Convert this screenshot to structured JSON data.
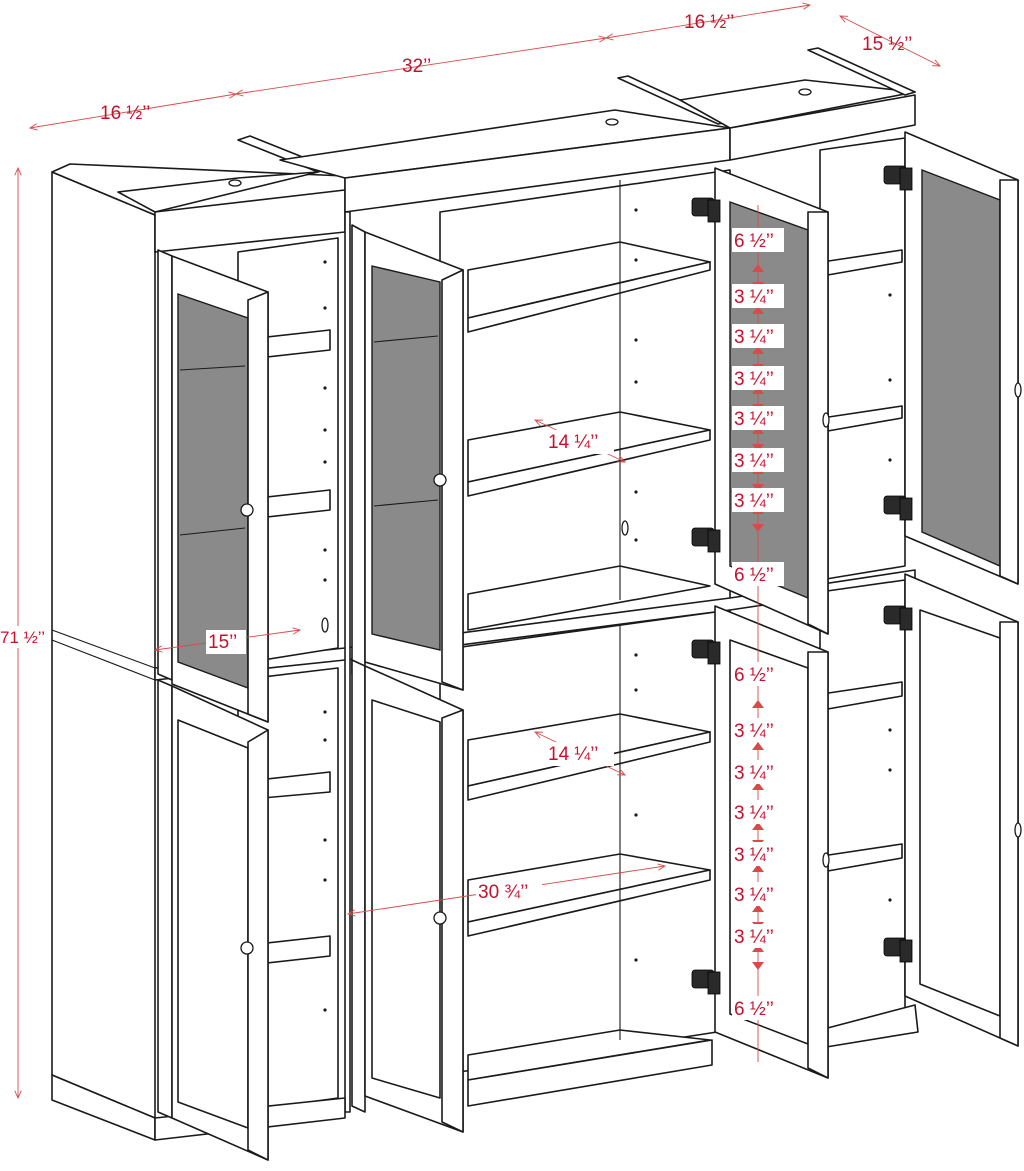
{
  "dimensions": {
    "left_width": "16 ½’’",
    "center_width": "32’’",
    "right_width": "16 ½’’",
    "depth": "15 ½’’",
    "height": "71 ½’’",
    "inner_depth": "15’’",
    "upper_shelf_depth": "14 ¼’’",
    "lower_shelf_depth": "14 ¼’’",
    "inner_width": "30 ¾’’"
  },
  "upper_spacing": [
    "6 ½’’",
    "3 ¼’’",
    "3 ¼’’",
    "3 ¼’’",
    "3 ¼’’",
    "3 ¼’’",
    "3 ¼’’",
    "6 ½’’"
  ],
  "lower_spacing": [
    "6 ½’’",
    "3 ¼’’",
    "3 ¼’’",
    "3 ¼’’",
    "3 ¼’’",
    "3 ¼’’",
    "3 ¼’’",
    "6 ½’’"
  ],
  "colors": {
    "line": "#1a1a1a",
    "dimension": "#c8102e",
    "glass": "#8a8a8a",
    "background": "#ffffff"
  }
}
